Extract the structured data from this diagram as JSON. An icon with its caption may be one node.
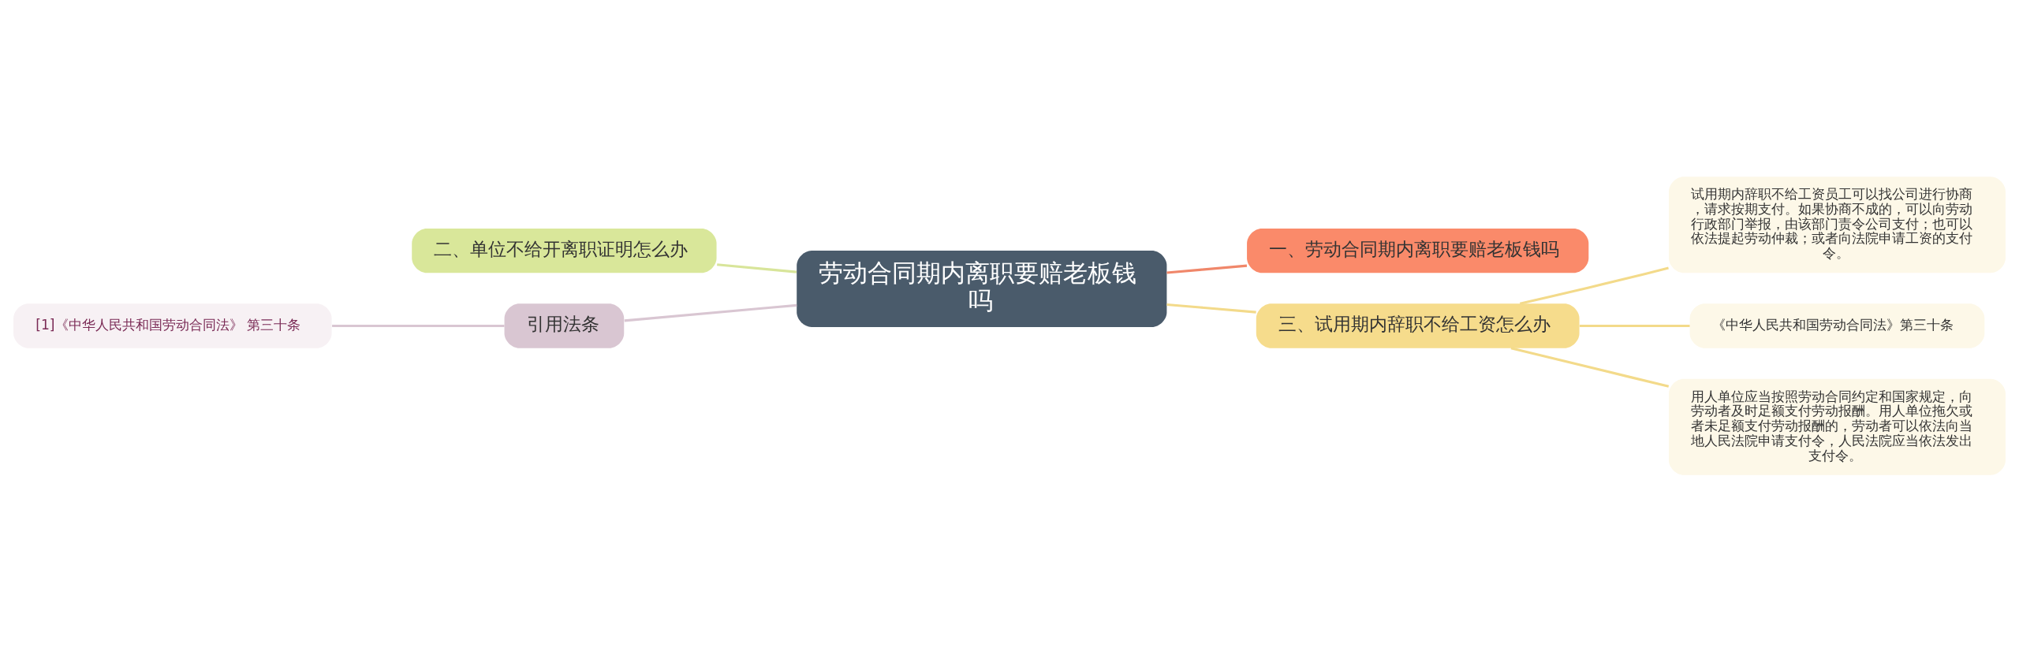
{
  "diagram": {
    "nodes": [
      {
        "text": [
          "劳动合同期内离职要赔老板钱吗"
        ]
      },
      {
        "text": [
          "一、劳动合同期内离职要赔老板钱吗"
        ]
      },
      {
        "text": [
          "二、单位不给开离职证明怎么办"
        ]
      },
      {
        "text": [
          "引用法条"
        ]
      },
      {
        "text": [
          "[1]《中华人民共和国劳动合同法》 第三十条"
        ]
      },
      {
        "text": [
          "三、试用期内辞职不给工资怎么办"
        ]
      },
      {
        "text": [
          "试用期内辞职不给工资员工可以找公司进行协商，请求按期支付。如果协商不成的，可以向劳动行政部门举报，由该部门责令公司支付；也可以依法提起劳动仲裁；或者向法院申请工资的支付令。"
        ]
      },
      {
        "text": [
          "《中华人民共和国劳动合同法》第三十条"
        ]
      },
      {
        "text": [
          "用人单位应当按照劳动合同约定和国家规定，向劳动者及时足额支付劳动报酬。用人单位拖欠或者未足额支付劳动报酬的，劳动者可以依法向当地人民法院申请支付令，人民法院应当依法发出支付令。"
        ]
      }
    ],
    "edges": [
      {
        "from": 0,
        "to": 1,
        "arrow": "none",
        "color": "#f0876a"
      },
      {
        "from": 2,
        "to": 0,
        "arrow": "none",
        "color": "#d8e59a"
      },
      {
        "from": 4,
        "to": 3,
        "arrow": "none",
        "color": "#d9c6d2"
      },
      {
        "from": 3,
        "to": 0,
        "arrow": "none",
        "color": "#d9c6d2"
      },
      {
        "from": 0,
        "to": 5,
        "arrow": "none",
        "color": "#f3da8a"
      },
      {
        "from": 5,
        "to": 6,
        "arrow": "none",
        "color": "#f3da8a"
      },
      {
        "from": 5,
        "to": 7,
        "arrow": "none",
        "color": "#f3da8a"
      },
      {
        "from": 5,
        "to": 8,
        "arrow": "none",
        "color": "#f3da8a"
      }
    ]
  }
}
